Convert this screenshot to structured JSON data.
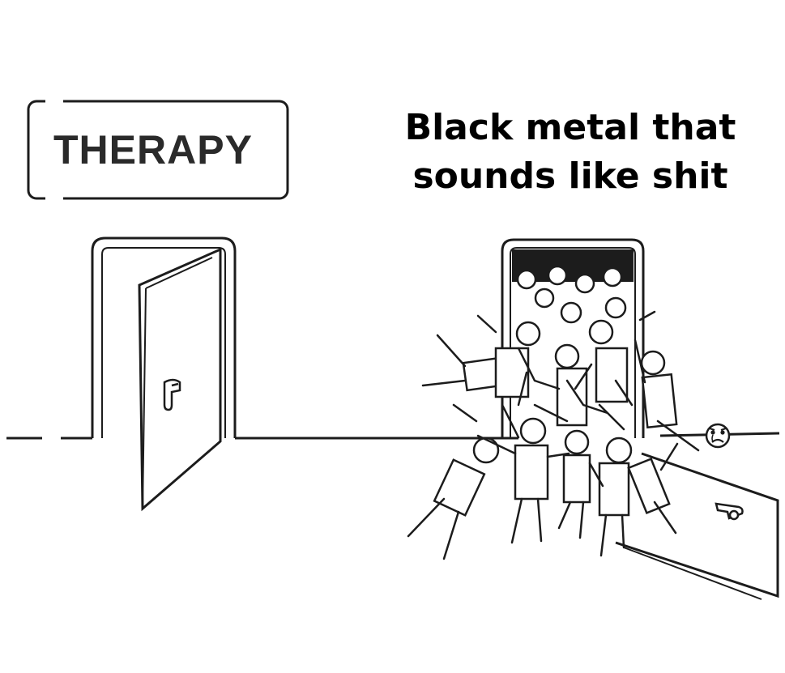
{
  "sign": {
    "text": "THERAPY"
  },
  "caption": {
    "line1": "Black metal that",
    "line2": "sounds like shit"
  },
  "icons": {
    "sad_face": "crying-face-icon",
    "door_handle": "door-handle-icon",
    "fallen_handle": "fallen-door-handle-icon"
  }
}
